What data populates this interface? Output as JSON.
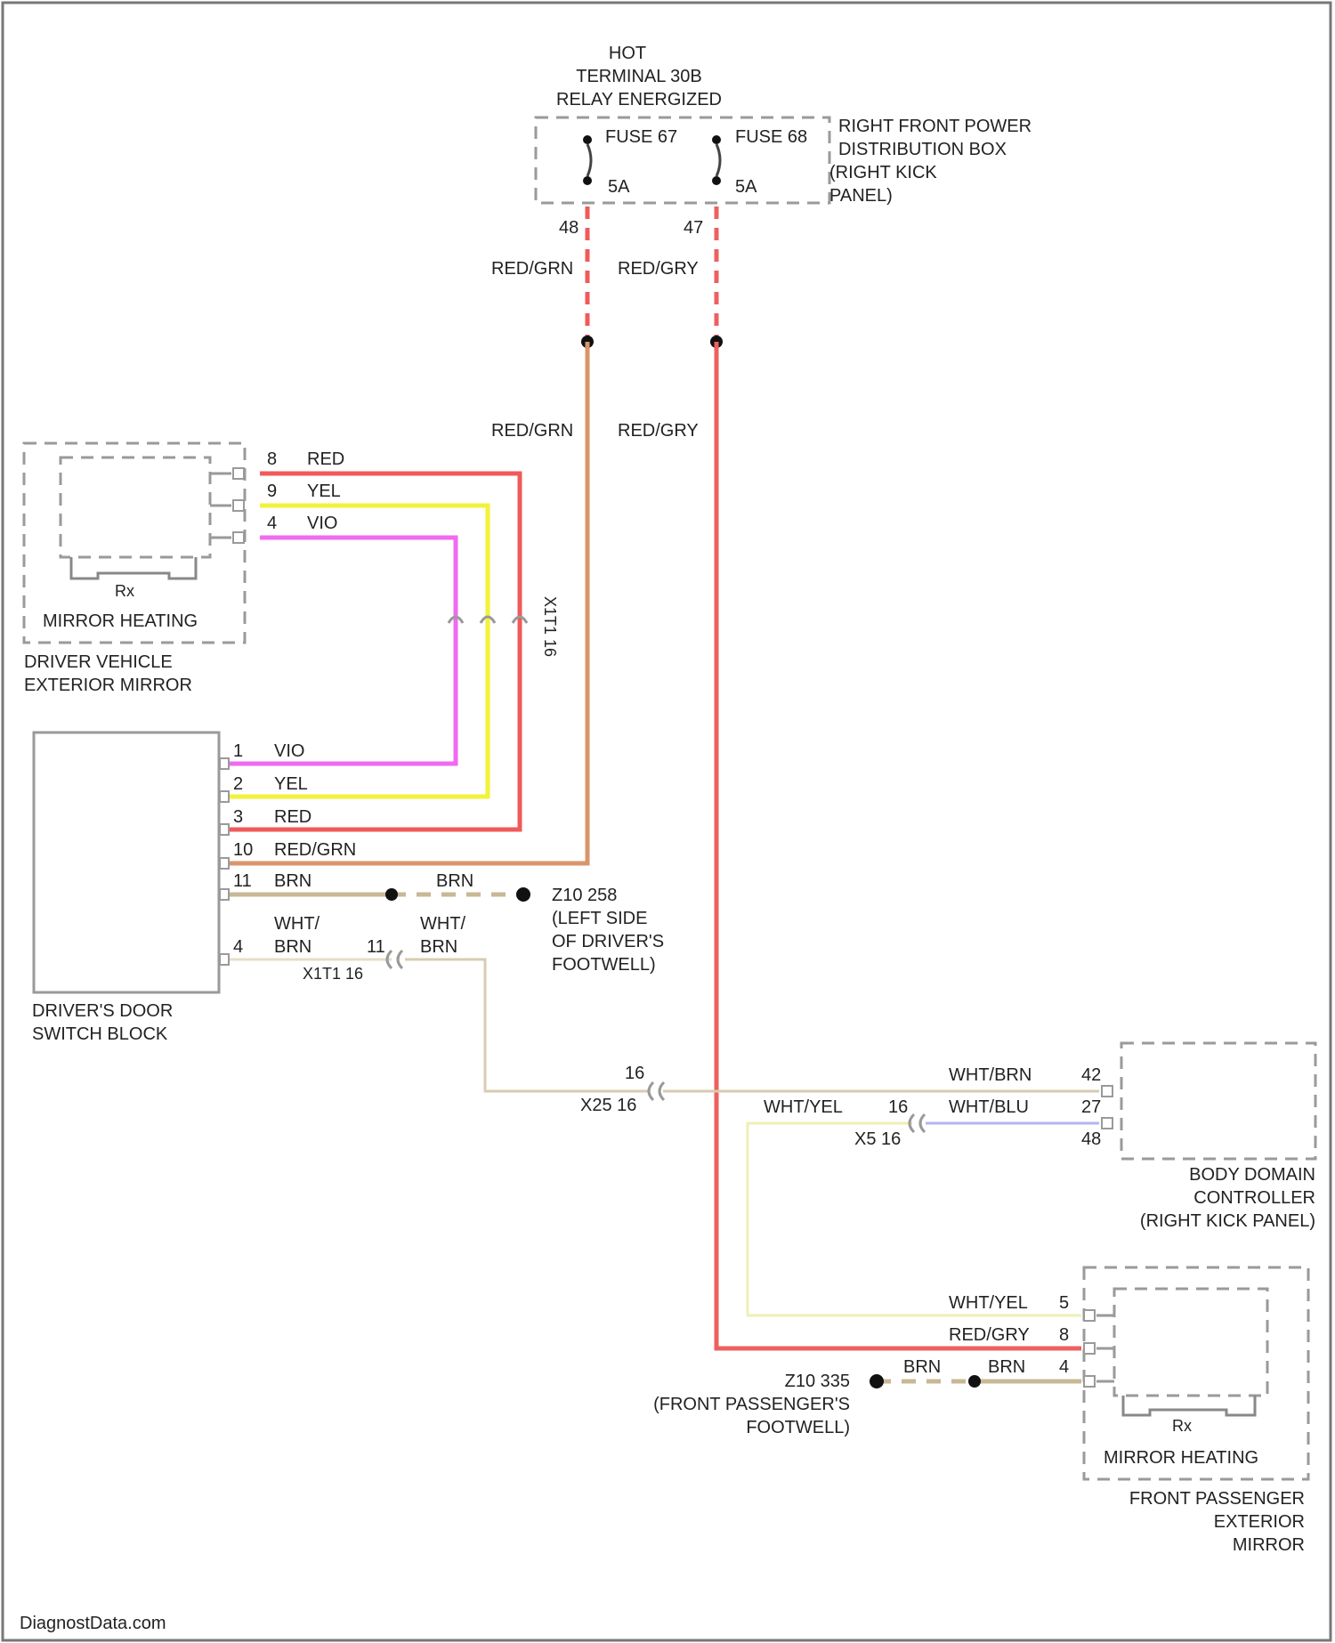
{
  "diagram": {
    "power_source": {
      "line1": "HOT",
      "line2": "TERMINAL 30B",
      "line3": "RELAY ENERGIZED"
    },
    "fuses": [
      {
        "name": "FUSE 67",
        "rating": "5A",
        "pin": "48",
        "wire": "RED/GRN"
      },
      {
        "name": "FUSE 68",
        "rating": "5A",
        "pin": "47",
        "wire": "RED/GRY"
      }
    ],
    "power_box": {
      "line1": "RIGHT FRONT POWER",
      "line2": "DISTRIBUTION BOX",
      "line3": "(RIGHT KICK",
      "line4": "PANEL)"
    },
    "trunk_labels": {
      "left": "RED/GRN",
      "right": "RED/GRY"
    },
    "driver_mirror": {
      "inner": "MIRROR HEATING",
      "line1": "DRIVER VEHICLE",
      "line2": "EXTERIOR MIRROR",
      "element": "Rx",
      "pins": [
        {
          "pin": "8",
          "color": "RED"
        },
        {
          "pin": "9",
          "color": "YEL"
        },
        {
          "pin": "4",
          "color": "VIO"
        }
      ]
    },
    "inline_connector": "X1T1 16",
    "switch_block": {
      "line1": "DRIVER'S DOOR",
      "line2": "SWITCH BLOCK",
      "pins": [
        {
          "pin": "1",
          "color": "VIO"
        },
        {
          "pin": "2",
          "color": "YEL"
        },
        {
          "pin": "3",
          "color": "RED"
        },
        {
          "pin": "10",
          "color": "RED/GRN"
        },
        {
          "pin": "11",
          "color": "BRN"
        },
        {
          "pin": "4",
          "color": "WHT/"
        },
        {
          "pin": "",
          "color": "BRN"
        }
      ],
      "x1t1_pin": "11",
      "x1t1_label": "X1T1 16",
      "right_wire_top": "WHT/",
      "right_wire_bottom": "BRN",
      "brn_right": "BRN"
    },
    "ground_left": {
      "line1": "Z10 258",
      "line2": "(LEFT SIDE",
      "line3": "OF DRIVER'S",
      "line4": "FOOTWELL)"
    },
    "x25": {
      "pin": "16",
      "label": "X25 16"
    },
    "x5": {
      "pin": "16",
      "label": "X5 16"
    },
    "bdc_wires": [
      {
        "color": "WHT/BRN",
        "pin": "42"
      },
      {
        "color": "WHT/BLU",
        "pin": "27"
      },
      {
        "color": "",
        "pin": "48"
      }
    ],
    "wht_yel_left": "WHT/YEL",
    "bdc": {
      "line1": "BODY DOMAIN",
      "line2": "CONTROLLER",
      "line3": "(RIGHT KICK PANEL)"
    },
    "pass_mirror": {
      "inner": "MIRROR HEATING",
      "line1": "FRONT PASSENGER",
      "line2": "EXTERIOR",
      "line3": "MIRROR",
      "element": "Rx",
      "wires": [
        {
          "color": "WHT/YEL",
          "pin": "5"
        },
        {
          "color": "RED/GRY",
          "pin": "8"
        },
        {
          "color": "BRN",
          "pin": "4"
        }
      ],
      "brn_left": "BRN"
    },
    "ground_right": {
      "line1": "Z10 335",
      "line2": "(FRONT PASSENGER'S",
      "line3": "FOOTWELL)"
    },
    "watermark": "DiagnostData.com"
  },
  "colors": {
    "red": "#f05a5a",
    "yellow": "#f2f23a",
    "violet": "#f06af0",
    "red_green": "#d9956a",
    "red_gray": "#ee6060",
    "brown": "#c8b896",
    "white_brown": "#e6ddc8",
    "white_blue": "#b4b4ee",
    "white_yellow": "#eef0b4"
  }
}
